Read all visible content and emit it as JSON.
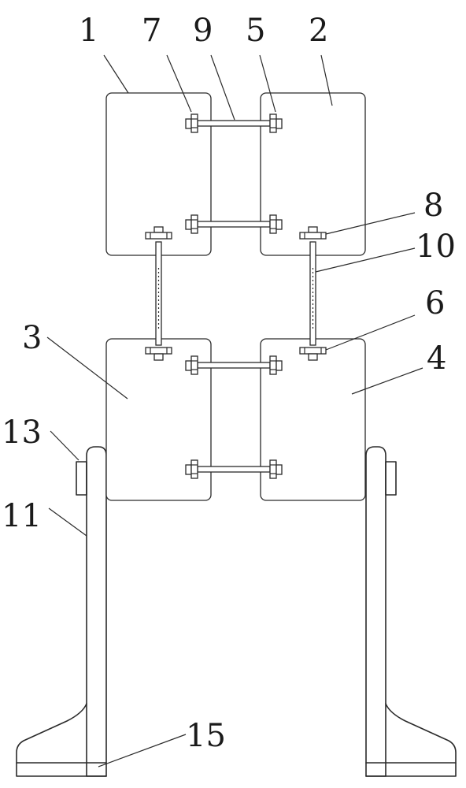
{
  "labels": {
    "l1": "1",
    "l2": "2",
    "l3": "3",
    "l4": "4",
    "l5": "5",
    "l6": "6",
    "l7": "7",
    "l8": "8",
    "l9": "9",
    "l10": "10",
    "l11": "11",
    "l13": "13",
    "l15": "15"
  }
}
